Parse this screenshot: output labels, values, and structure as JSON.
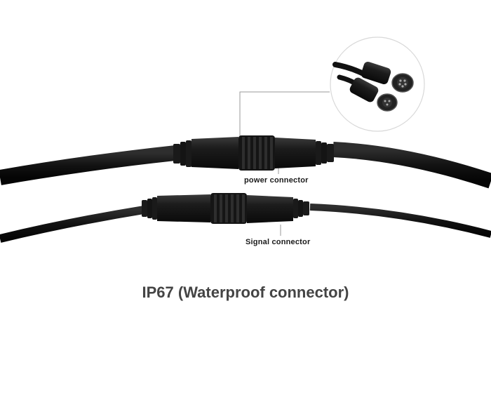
{
  "labels": {
    "power": "power connector",
    "signal": "Signal connector"
  },
  "caption": "IP67 (Waterproof connector)",
  "colors": {
    "cable": "#111111",
    "connector": "#1b1b1b",
    "leader_line": "#9a9a9a",
    "caption": "#444444"
  }
}
